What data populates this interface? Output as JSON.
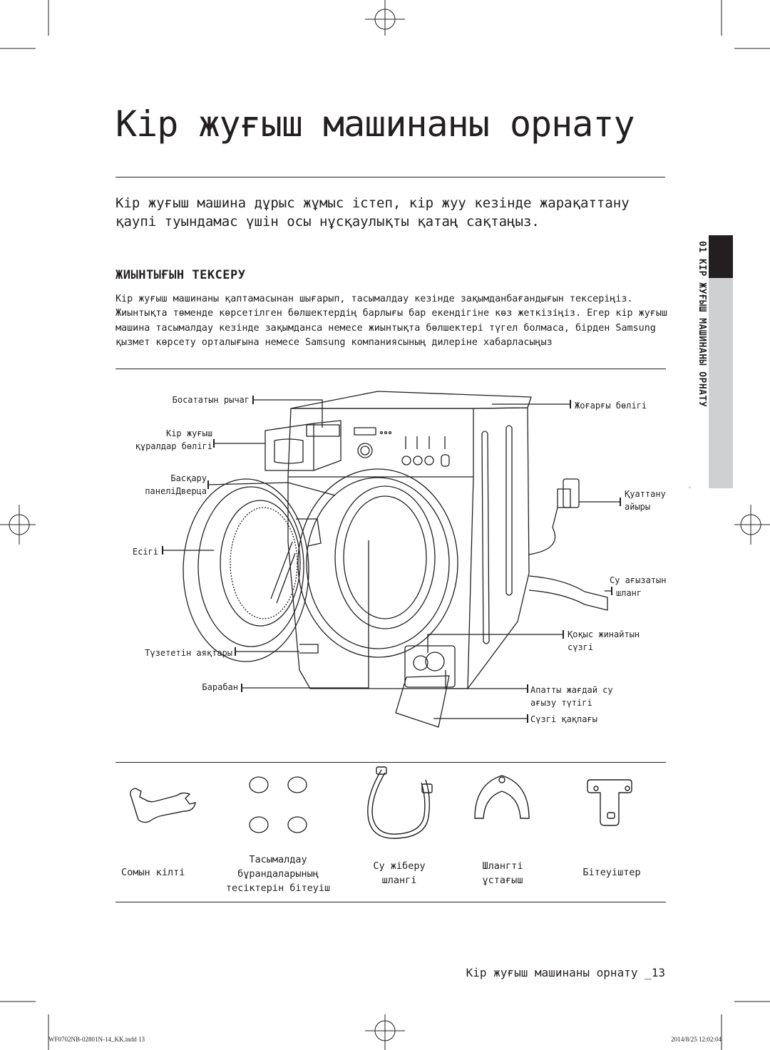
{
  "page": {
    "title": "Кір жуғыш машинаны орнату",
    "intro": "Кір жуғыш машина дұрыс жұмыс істеп, кір жуу кезінде жарақаттану қаупі туындамас үшін осы нұсқаулықты қатаң сақтаңыз.",
    "section_heading": "ЖИЫНТЫҒЫН ТЕКСЕРУ",
    "section_text": "Кір жуғыш машинаны қаптамасынан шығарып, тасымалдау кезінде зақымданбағандығын тексеріңіз. Жиынтықта төменде көрсетілген бөлшектердің барлығы бар екендігіне көз жеткізіңіз. Егер кір жуғыш машина тасымалдау кезінде зақымданса немесе жиынтықта бөлшектері түгел болмаса, бірден Samsung қызмет көрсету орталығына немесе Samsung компаниясының дилеріне хабарласыңыз"
  },
  "side_tab": {
    "text": "01 КІР ЖУҒЫШ МАШИНАНЫ ОРНАТУ"
  },
  "diagram_labels": {
    "release_lever": "Босататын рычаг",
    "detergent_drawer_1": "Кір жуғыш",
    "detergent_drawer_2": "құралдар бөлігі",
    "control_panel_1": "Басқару",
    "control_panel_2": "панеліДверца",
    "door": "Есігі",
    "leveling_feet": "Түзететін аяқтары",
    "drum": "Барабан",
    "worktop": "Жоғарғы бөлігі",
    "power_plug_1": "Қуаттану",
    "power_plug_2": "айыры",
    "drain_hose_1": "Су ағызатын",
    "drain_hose_2": "шланг",
    "debris_filter_1": "Қоқыс жинайтын",
    "debris_filter_2": "сүзгі",
    "emergency_drain_1": "Апатты жағдай су",
    "emergency_drain_2": "ағызу түтігі",
    "filter_cover": "Сүзгі қақпағы"
  },
  "accessories": [
    {
      "icon": "spanner-icon",
      "label_lines": [
        "Сомын кілті"
      ]
    },
    {
      "icon": "hole-caps-icon",
      "label_lines": [
        "Тасымалдау",
        "бұрандаларының",
        "тесіктерін бітеуіш"
      ]
    },
    {
      "icon": "water-hose-icon",
      "label_lines": [
        "Су жіберу",
        "шлангі"
      ]
    },
    {
      "icon": "hose-guide-icon",
      "label_lines": [
        "Шлангті",
        "ұстағыш"
      ]
    },
    {
      "icon": "plugs-icon",
      "label_lines": [
        "Бітеуіштер"
      ]
    }
  ],
  "footer": {
    "text": "Кір жуғыш машинаны орнату _13",
    "imprint_left": "WF0702NB-02801N-14_KK.indd   13",
    "imprint_right": "2014/8/25   12:02:04"
  }
}
